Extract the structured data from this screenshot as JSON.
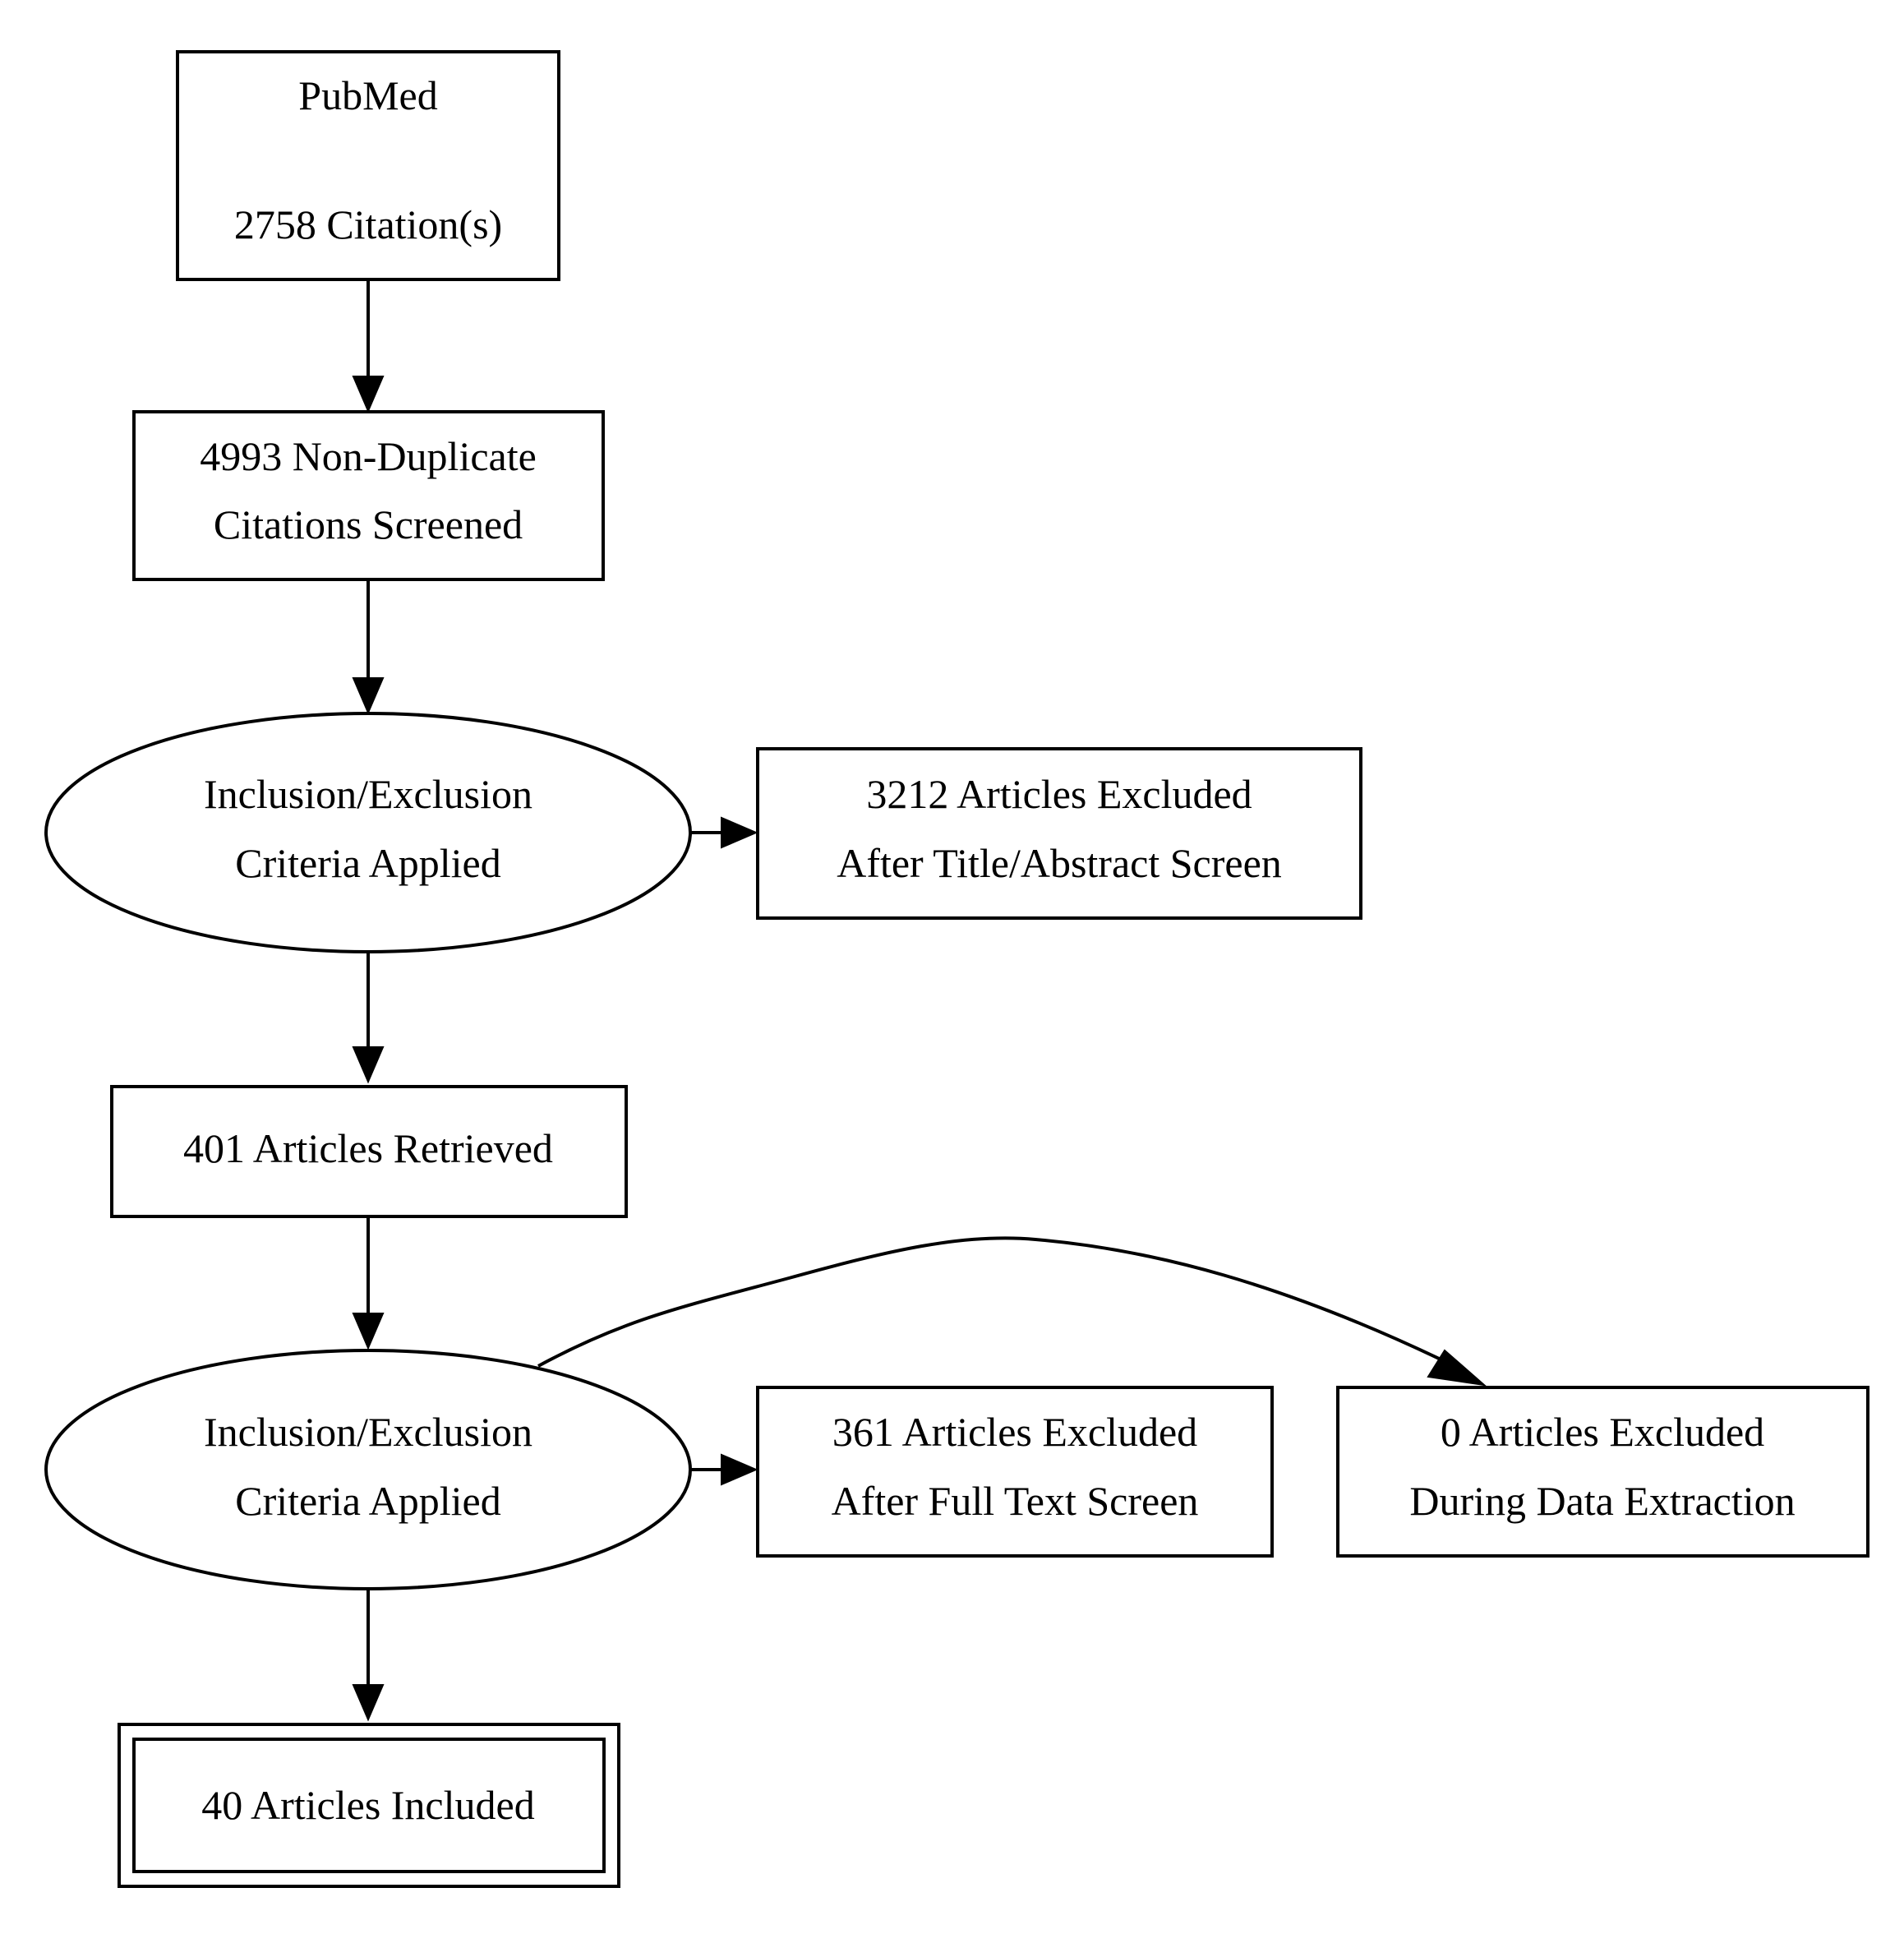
{
  "flowchart": {
    "pubmed": {
      "line1": "PubMed",
      "line2": "2758 Citation(s)"
    },
    "screened": {
      "line1": "4993 Non-Duplicate",
      "line2": "Citations Screened"
    },
    "criteria1": {
      "line1": "Inclusion/Exclusion",
      "line2": "Criteria Applied"
    },
    "excluded_title": {
      "line1": "3212 Articles Excluded",
      "line2": "After Title/Abstract Screen"
    },
    "retrieved": {
      "line1": "401 Articles Retrieved"
    },
    "criteria2": {
      "line1": "Inclusion/Exclusion",
      "line2": "Criteria Applied"
    },
    "excluded_fulltext": {
      "line1": "361 Articles Excluded",
      "line2": "After Full Text Screen"
    },
    "excluded_extraction": {
      "line1": "0 Articles Excluded",
      "line2": "During Data Extraction"
    },
    "included": {
      "line1": "40 Articles Included"
    }
  }
}
